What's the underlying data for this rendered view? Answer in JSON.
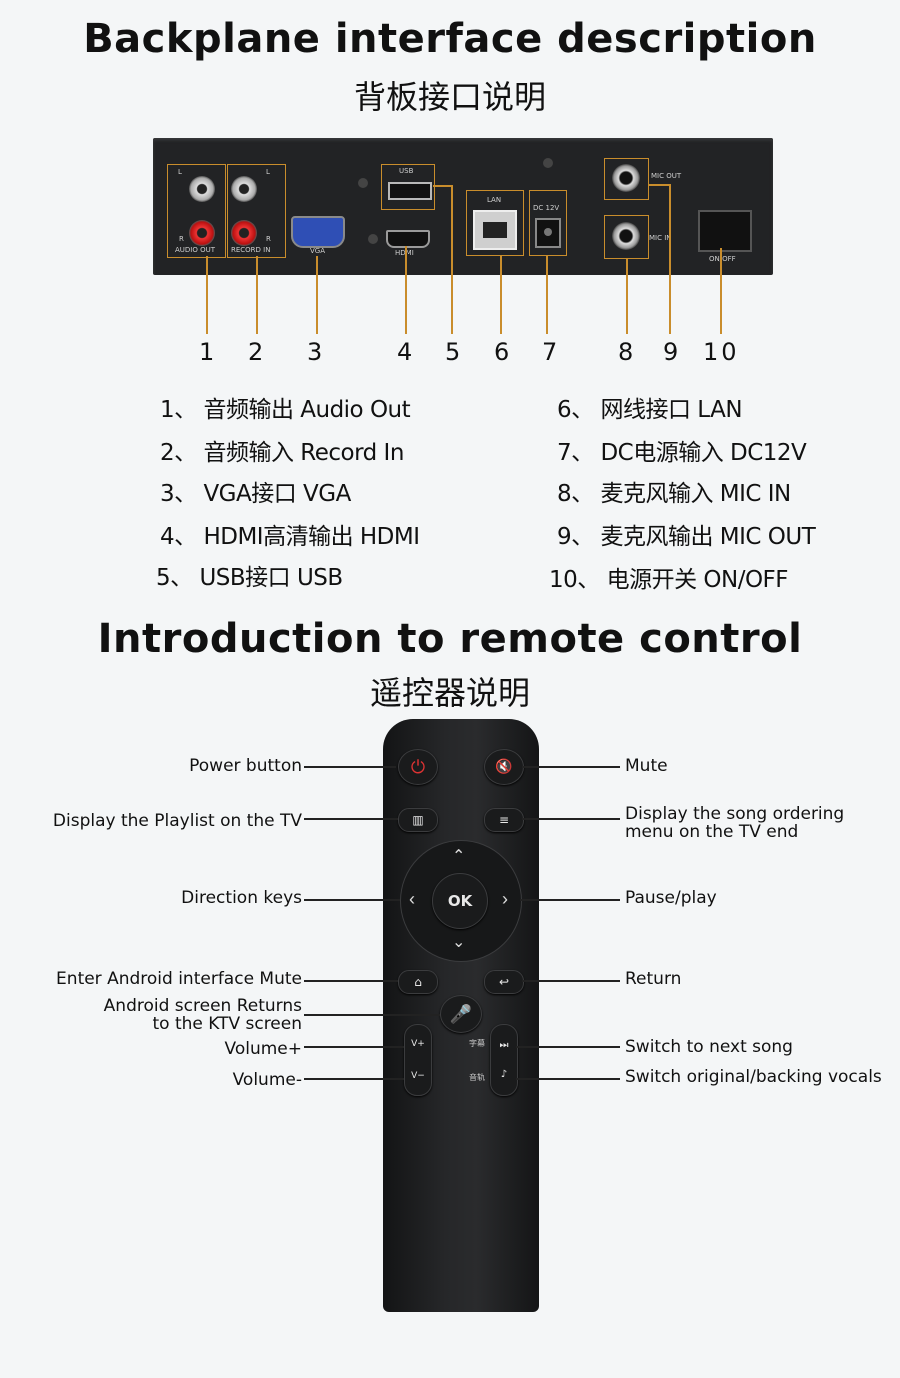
{
  "backplane": {
    "title_en": "Backplane interface description",
    "title_cn": "背板接口说明",
    "panel_labels": {
      "audio_out": "AUDIO OUT",
      "record_in": "RECORD IN",
      "l": "L",
      "r": "R",
      "vga": "VGA",
      "hdmi": "HDMI",
      "usb": "USB",
      "lan": "LAN",
      "dc12v": "DC 12V",
      "mic_out": "MIC OUT",
      "mic_in": "MIC IN",
      "on_off": "ON/OFF"
    },
    "numbers": [
      "1",
      "2",
      "3",
      "4",
      "5",
      "6",
      "7",
      "8",
      "9",
      "10"
    ],
    "items_left": [
      "1、 音频输出 Audio Out",
      "2、 音频输入 Record In",
      "3、 VGA接口  VGA",
      "4、 HDMI高清输出 HDMI",
      "5、 USB接口   USB"
    ],
    "items_right": [
      "6、 网线接口      LAN",
      "7、 DC电源输入 DC12V",
      "8、 麦克风输入   MIC IN",
      "9、 麦克风输出   MIC OUT",
      "10、 电源开关     ON/OFF"
    ]
  },
  "remote": {
    "title_en": "Introduction to remote control",
    "title_cn": "遥控器说明",
    "left_labels": {
      "power": "Power button",
      "playlist": "Display the Playlist on the TV",
      "direction": "Direction keys",
      "android": "Enter Android interface Mute",
      "android_return_1": "Android screen Returns",
      "android_return_2": "to the KTV screen",
      "vol_up": "Volume+",
      "vol_down": "Volume-"
    },
    "right_labels": {
      "mute": "Mute",
      "song_menu_1": "Display the song ordering",
      "song_menu_2": "menu on the TV end",
      "pause": "Pause/play",
      "return": "Return",
      "next": "Switch to next song",
      "vocals": "Switch original/backing vocals"
    },
    "buttons": {
      "ok": "OK",
      "vol_up": "V+",
      "vol_down": "V−",
      "subtitle_cn": "字幕",
      "track_cn": "音轨"
    }
  }
}
